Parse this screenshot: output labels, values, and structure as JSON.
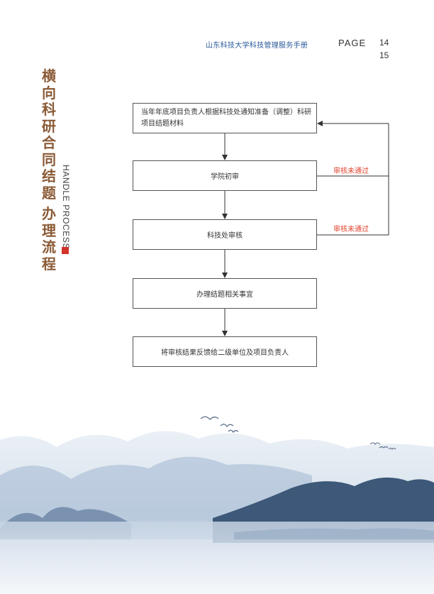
{
  "header": {
    "handbook_title": "山东科技大学科技管理服务手册",
    "page_label": "PAGE",
    "page_numbers": [
      "14",
      "15"
    ]
  },
  "side": {
    "title_line1": "横向科研合同结题",
    "title_line2": "办理流程",
    "subtitle": "HANDLE PROCESS"
  },
  "flow": {
    "steps": [
      "当年年底项目负责人根据科技处通知准备（调整）科研项目结题材料",
      "学院初审",
      "科技处审核",
      "办理结题相关事宜",
      "将审核结果反馈给二级单位及项目负责人"
    ],
    "reject_labels": [
      "审核未通过",
      "审核未通过"
    ]
  },
  "colors": {
    "title": "#8a5a36",
    "accent_red": "#d2332a",
    "reject_text": "#e0452f",
    "header_blue": "#2a5a9a",
    "landscape": "#4f6f94"
  }
}
